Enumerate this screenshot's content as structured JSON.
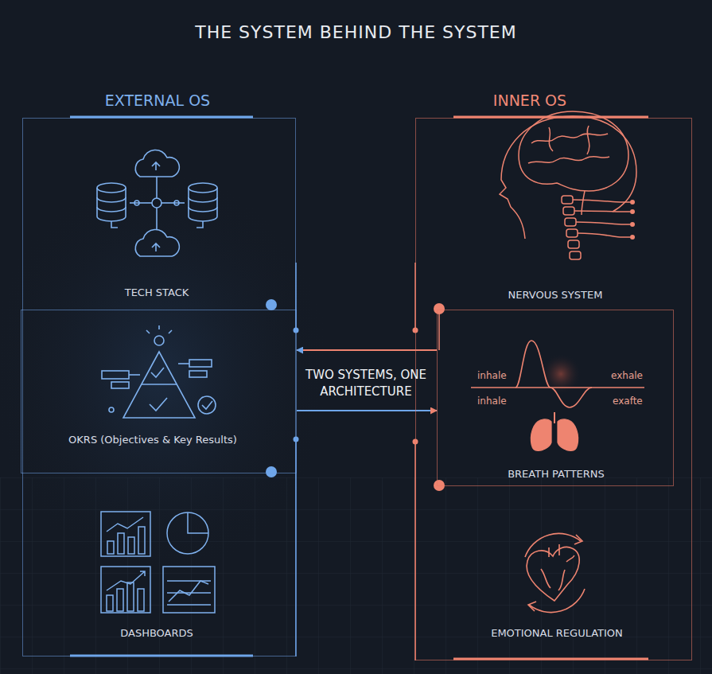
{
  "diagram": {
    "title": "THE SYSTEM BEHIND THE SYSTEM",
    "nodes": [
      {
        "text": [
          "EXTERNAL OS"
        ]
      },
      {
        "text": [
          "OKRS (Objectives & Key Results)"
        ],
        "in": 0
      },
      {
        "text": [
          "INNER OS"
        ]
      },
      {
        "text": [
          "inhale",
          "exhale",
          "inhale",
          "exafte",
          "BREATH PATTERNS"
        ],
        "in": 2
      }
    ],
    "edges": [
      {
        "from": 3,
        "to": 1,
        "arrow": "to"
      },
      {
        "from": 1,
        "to": 3,
        "arrow": "to"
      }
    ],
    "labels": [
      "TECH STACK",
      "TWO SYSTEMS, ONE ARCHITECTURE",
      "NERVOUS SYSTEM",
      "DASHBOARDS",
      "EMOTIONAL REGULATION"
    ]
  }
}
